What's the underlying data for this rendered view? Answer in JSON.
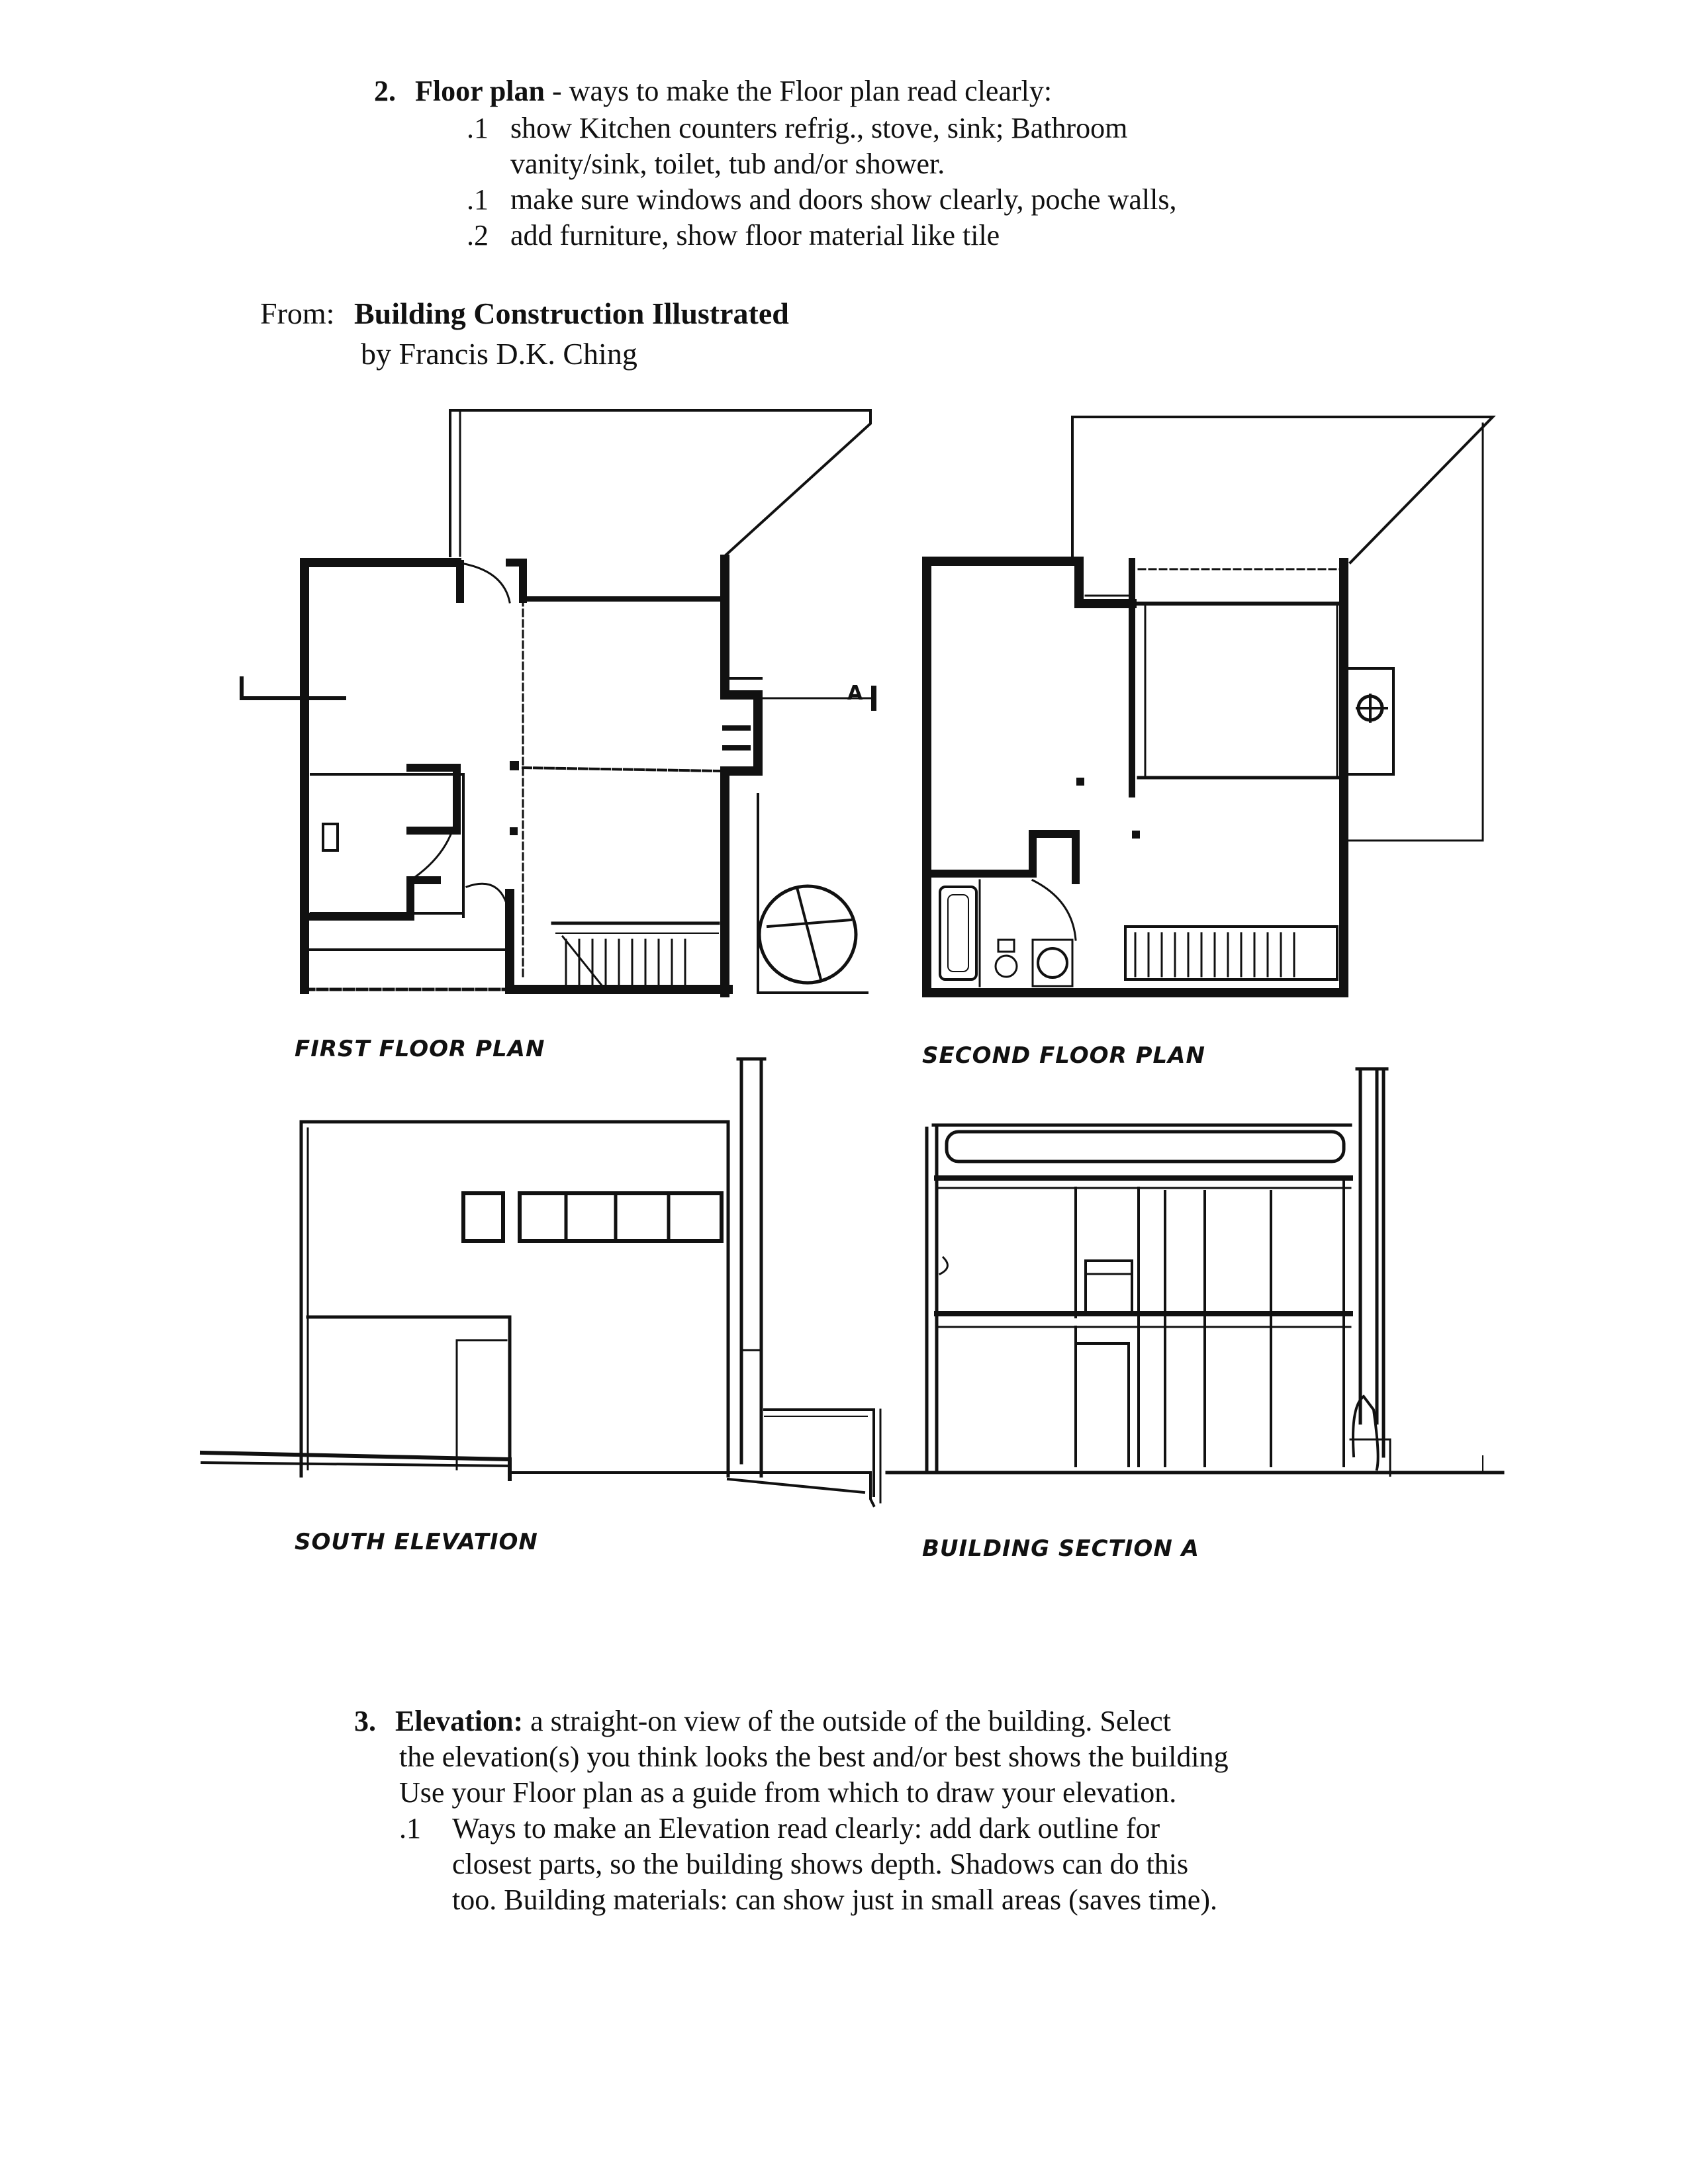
{
  "section2": {
    "number": "2.",
    "title": "Floor plan",
    "intro": " - ways to make the Floor plan read clearly:",
    "items": [
      {
        "num": ".1",
        "text": "show Kitchen counters refrig., stove, sink; Bathroom"
      },
      {
        "num": "",
        "text": "vanity/sink, toilet, tub and/or shower."
      },
      {
        "num": ".1",
        "text": "make sure windows and doors show clearly, poche walls,"
      },
      {
        "num": ".2",
        "text": "add furniture, show floor material like tile"
      }
    ]
  },
  "source": {
    "label": "From:",
    "book": "Building Construction Illustrated",
    "author": "by Francis D.K. Ching"
  },
  "drawings": {
    "first_floor": "FIRST FLOOR PLAN",
    "second_floor": "SECOND FLOOR PLAN",
    "south_elevation": "SOUTH ELEVATION",
    "section": "BUILDING SECTION A",
    "section_marker": "A"
  },
  "section3": {
    "number": "3.",
    "title": "Elevation:",
    "lines": [
      " a straight-on view of the outside of the building. Select",
      "the elevation(s) you think looks the best and/or best shows the building",
      "Use your Floor plan as a guide from which to draw your elevation."
    ],
    "item": {
      "num": ".1",
      "lines": [
        "Ways to make an Elevation read clearly: add dark outline for",
        "closest parts, so the building shows depth. Shadows can do this",
        "too. Building materials: can show just in small areas (saves time)."
      ]
    }
  }
}
